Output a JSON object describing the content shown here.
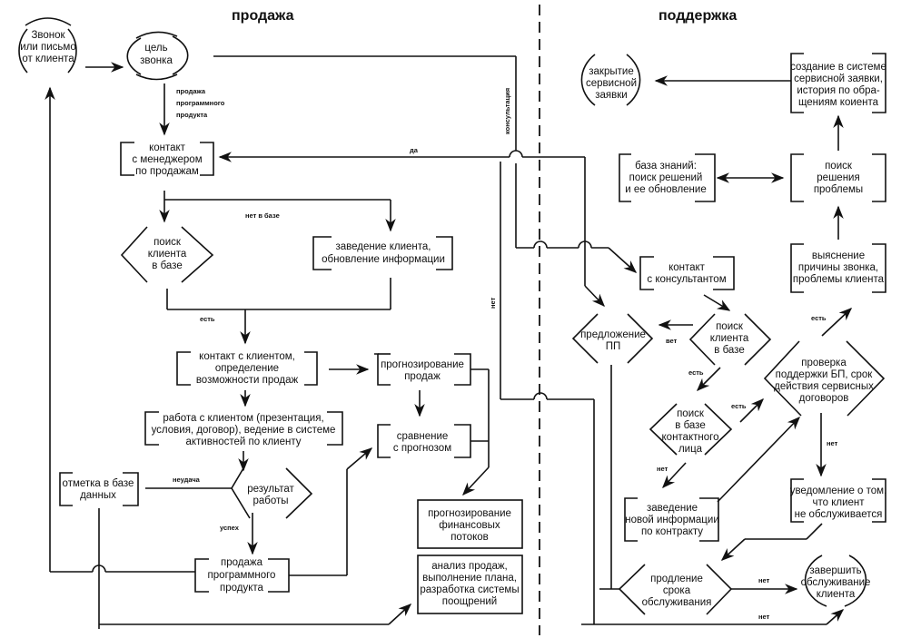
{
  "headings": {
    "sales": "продажа",
    "support": "поддержка"
  },
  "nodes": {
    "call_or_letter": [
      "Звонок",
      "или письмо",
      "от клиента"
    ],
    "call_purpose": [
      "цель",
      "звонка"
    ],
    "contact_sales_manager": [
      "контакт",
      "с менеджером",
      "по продажам"
    ],
    "search_client_sales": [
      "поиск",
      "клиента",
      "в базе"
    ],
    "create_client": [
      "заведение клиента,",
      "обновление информации"
    ],
    "contact_client": [
      "контакт с клиентом,",
      "определение",
      "возможности продаж"
    ],
    "sales_forecast": [
      "прогнозирование",
      "продаж"
    ],
    "work_with_client": [
      "работа с клиентом (презентация,",
      "условия, договор), ведение в системе",
      "активностей по клиенту"
    ],
    "compare_forecast": [
      "сравнение",
      "с прогнозом"
    ],
    "db_mark": [
      "отметка в базе",
      "данных"
    ],
    "work_result": [
      "результат",
      "работы"
    ],
    "sell_software": [
      "продажа",
      "программного",
      "продукта"
    ],
    "financial_forecast": [
      "прогнозирование",
      "финансовых",
      "потоков"
    ],
    "sales_analysis": [
      "анализ продаж,",
      "выполнение плана,",
      "разработка системы",
      "поощрений"
    ],
    "close_ticket": [
      "закрытие",
      "сервисной",
      "заявки"
    ],
    "create_ticket": [
      "создание в системе",
      "сервисной заявки,",
      "история по обра-",
      "щениям коиента"
    ],
    "knowledge_base": [
      "база знаний:",
      "поиск решений",
      "и ее обновление"
    ],
    "search_solution": [
      "поиск",
      "решения",
      "проблемы"
    ],
    "contact_consultant": [
      "контакт",
      "с консультантом"
    ],
    "clarify_reason": [
      "выяснение",
      "причины звонка,",
      "проблемы клиента"
    ],
    "offer_pp": [
      "предложение",
      "ПП"
    ],
    "search_client_support": [
      "поиск",
      "клиента",
      "в базе"
    ],
    "check_support": [
      "проверка",
      "поддержки БП, срок",
      "действия сервисных",
      "договоров"
    ],
    "search_contact_person": [
      "поиск",
      "в базе",
      "контактного",
      "лица"
    ],
    "new_contract_info": [
      "заведение",
      "новой информации",
      "по контракту"
    ],
    "notify_not_served": [
      "уведомление о том,",
      "что клиент",
      "не обслуживается"
    ],
    "extend_service": [
      "продление",
      "срока",
      "обслуживания"
    ],
    "end_service": [
      "завершить",
      "обслуживание",
      "клиента"
    ]
  },
  "edge_labels": {
    "sell_software_product": [
      "продажа",
      "программного",
      "продукта"
    ],
    "consultation": "консультация",
    "yes": "да",
    "not_in_db": "нет в базе",
    "exists": "есть",
    "no": "нет",
    "failure": "неудача",
    "success": "успех",
    "no_short": "вет"
  }
}
